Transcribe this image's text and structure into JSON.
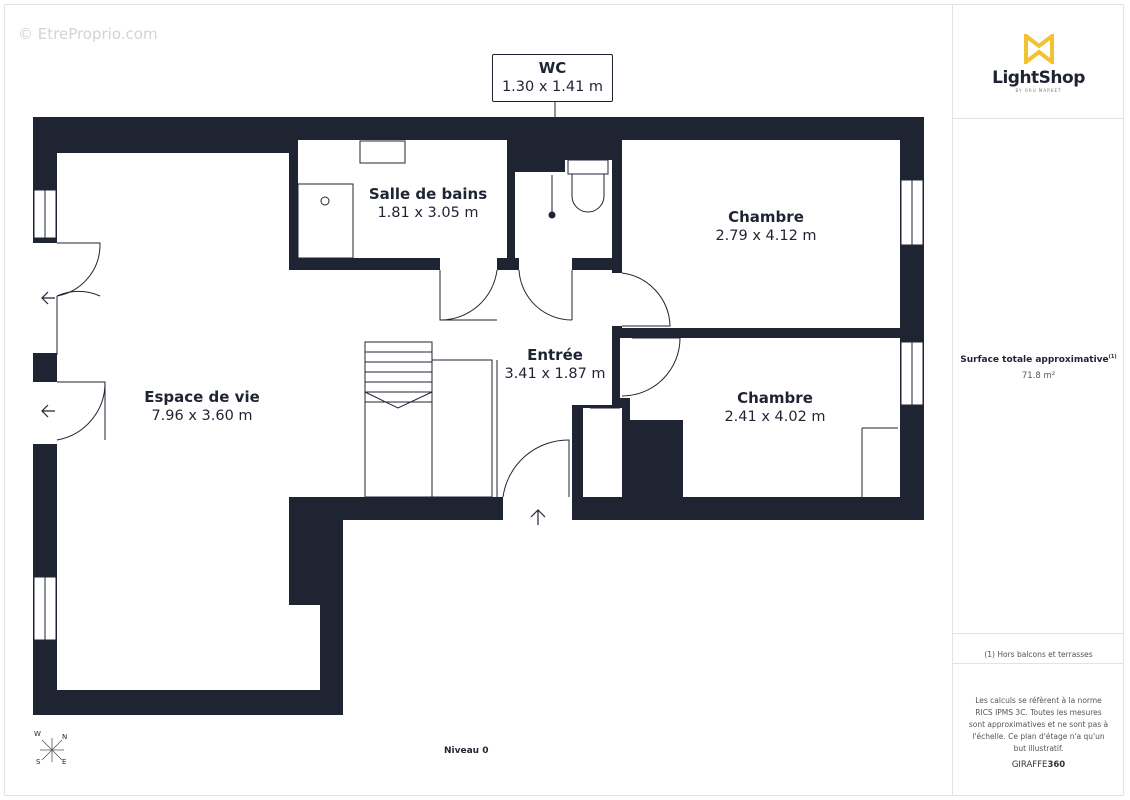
{
  "watermark": "© EtreProprio.com",
  "brand_logo": {
    "name": "LightShop",
    "subtitle": "BY ORU MARKET",
    "accent": "#f2c230"
  },
  "wall_color": "#1f2433",
  "rooms": [
    {
      "name": "WC",
      "dims": "1.30 x 1.41 m"
    },
    {
      "name": "Salle de bains",
      "dims": "1.81 x 3.05 m"
    },
    {
      "name": "Chambre",
      "dims": "2.79 x 4.12 m"
    },
    {
      "name": "Entrée",
      "dims": "3.41 x 1.87 m"
    },
    {
      "name": "Chambre",
      "dims": "2.41 x 4.02 m"
    },
    {
      "name": "Espace de vie",
      "dims": "7.96 x 3.60 m"
    }
  ],
  "level": "Niveau 0",
  "compass": {
    "w": "W",
    "n": "N",
    "s": "S",
    "e": "E"
  },
  "sidebar": {
    "surface_title": "Surface totale approximative",
    "surface_note_ref": "(1)",
    "surface_value": "71.8 m²",
    "footnote": "(1) Hors balcons et terrasses",
    "disclaimer": "Les calculs se réfèrent à la norme RICS IPMS 3C. Toutes les mesures sont approximatives et ne sont pas à l'échelle. Ce plan d'étage n'a qu'un but illustratif.",
    "brand_prefix": "GIRAFFE",
    "brand_suffix": "360"
  }
}
